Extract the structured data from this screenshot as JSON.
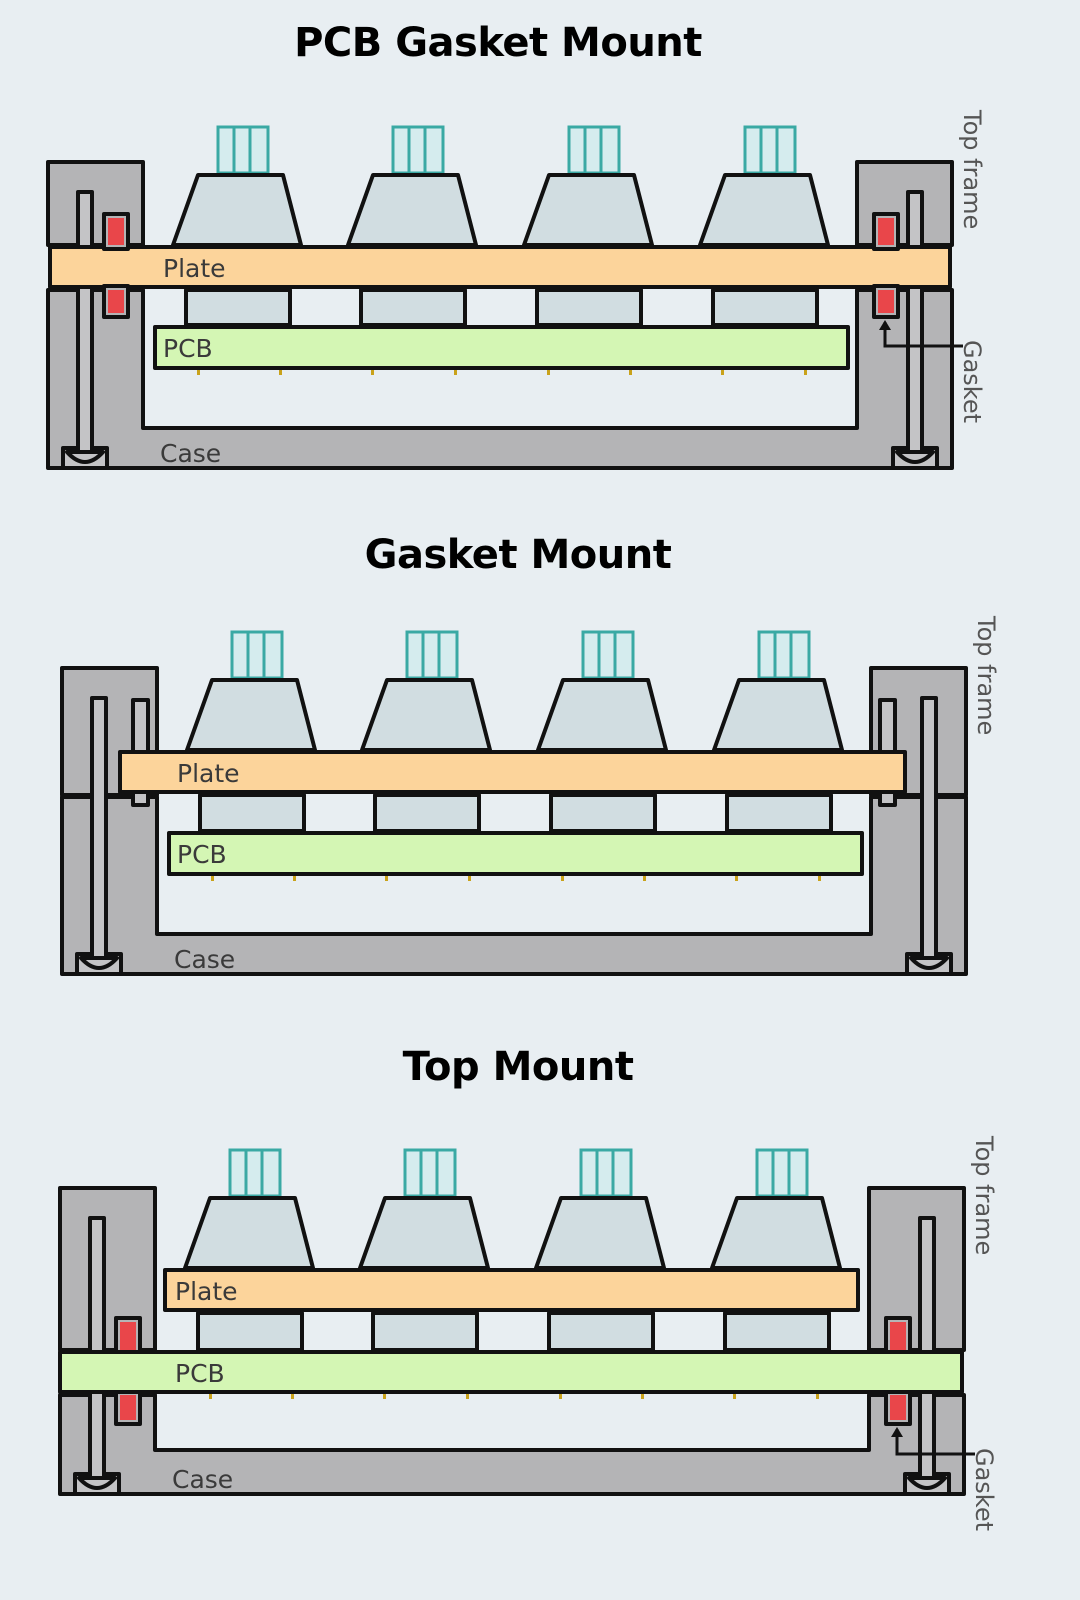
{
  "diagrams": [
    {
      "title": "PCB Gasket Mount",
      "labels": {
        "plate": "Plate",
        "pcb": "PCB",
        "case": "Case",
        "top_frame": "Top frame",
        "gasket": "Gasket"
      }
    },
    {
      "title": "Gasket Mount",
      "labels": {
        "plate": "Plate",
        "pcb": "PCB",
        "case": "Case",
        "top_frame": "Top frame"
      }
    },
    {
      "title": "Top Mount",
      "labels": {
        "plate": "Plate",
        "pcb": "PCB",
        "case": "Case",
        "top_frame": "Top frame",
        "gasket": "Gasket"
      }
    }
  ],
  "colors": {
    "frame": "#b4b4b6",
    "plate": "#fcd49b",
    "pcb": "#d4f6b4",
    "gasket": "#e9464a",
    "stem": "#3aa9a4",
    "stem_fill": "#d5ecee",
    "housing": "#d1dde1",
    "stroke": "#111111",
    "pin": "#c9a21b"
  }
}
